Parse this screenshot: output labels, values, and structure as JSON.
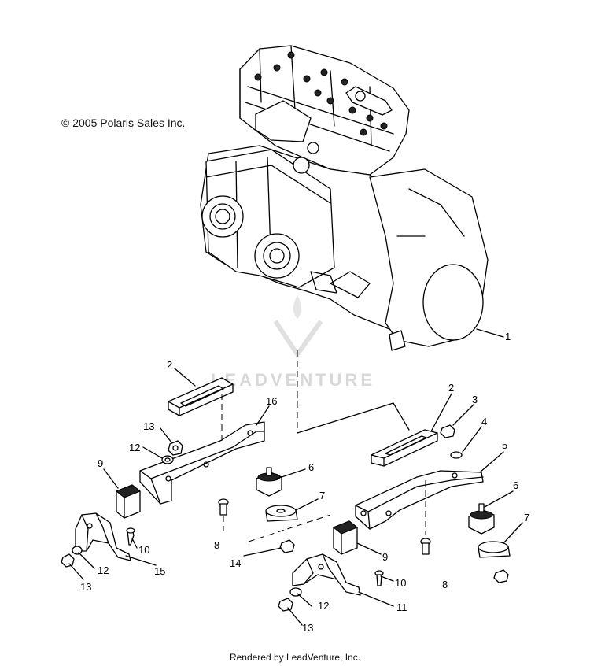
{
  "copyright": "© 2005 Polaris Sales Inc.",
  "footer": "Rendered by LeadVenture, Inc.",
  "watermark": "LEADVENTURE",
  "callouts": {
    "c1": "1",
    "c2a": "2",
    "c2b": "2",
    "c3": "3",
    "c4": "4",
    "c5": "5",
    "c6a": "6",
    "c6b": "6",
    "c7a": "7",
    "c7b": "7",
    "c8a": "8",
    "c8b": "8",
    "c9a": "9",
    "c9b": "9",
    "c10a": "10",
    "c10b": "10",
    "c11": "11",
    "c12a": "12",
    "c12b": "12",
    "c12c": "12",
    "c13a": "13",
    "c13b": "13",
    "c13c": "13",
    "c14": "14",
    "c15": "15",
    "c16": "16"
  }
}
